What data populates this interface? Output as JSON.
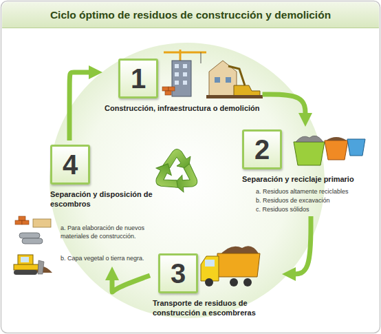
{
  "diagram": {
    "title": "Ciclo óptimo de residuos de construcción y demolición",
    "nodes": [
      {
        "text": [
          "1",
          "Construcción, infraestructura o demolición"
        ]
      },
      {
        "text": [
          "2",
          "Separación y reciclaje primario",
          "a. Residuos altamente reciclables",
          "b. Residuos de excavación",
          "c. Residuos sólidos"
        ]
      },
      {
        "text": [
          "3",
          "Transporte de residuos de construcción a escombreras"
        ]
      },
      {
        "text": [
          "4",
          "Separación y disposición de escombros",
          "a. Para elaboración de nuevos materiales de construcción.",
          "b. Capa vegetal o tierra negra."
        ]
      }
    ],
    "edges": [
      {
        "from": 0,
        "to": 1,
        "arrow": "to"
      },
      {
        "from": 1,
        "to": 2,
        "arrow": "to"
      },
      {
        "from": 2,
        "to": 3,
        "arrow": "to"
      },
      {
        "from": 3,
        "to": 0,
        "arrow": "to"
      }
    ]
  }
}
